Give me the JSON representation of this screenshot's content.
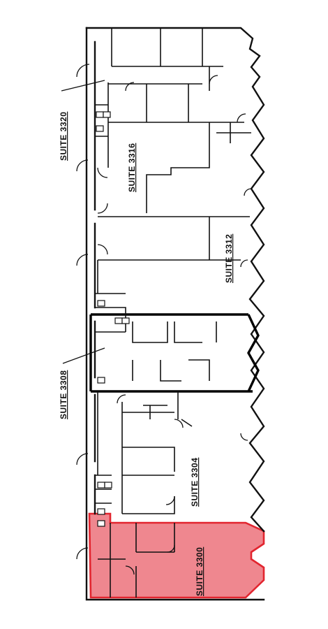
{
  "plan": {
    "suites": [
      {
        "id": "3320",
        "label": "SUITE 3320",
        "highlighted": false
      },
      {
        "id": "3316",
        "label": "SUITE 3316",
        "highlighted": false
      },
      {
        "id": "3312",
        "label": "SUITE 3312",
        "highlighted": false
      },
      {
        "id": "3308",
        "label": "SUITE 3308",
        "highlighted": false
      },
      {
        "id": "3304",
        "label": "SUITE 3304",
        "highlighted": false
      },
      {
        "id": "3300",
        "label": "SUITE 3300",
        "highlighted": true
      }
    ],
    "highlight_color": "#ee7d85",
    "highlight_stroke": "#e2252f"
  }
}
